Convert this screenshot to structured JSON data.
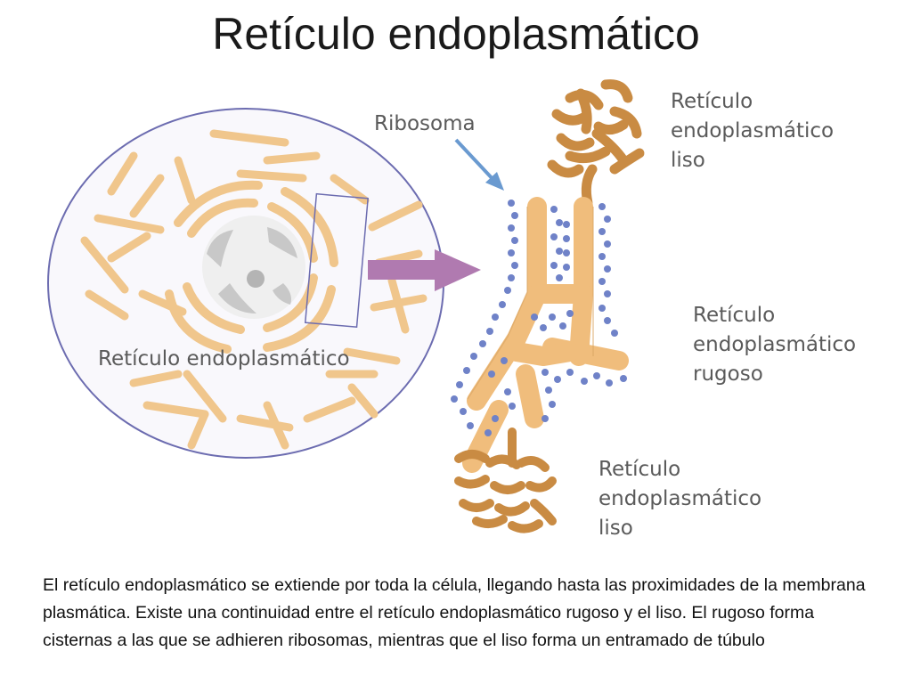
{
  "title": "Retículo endoplasmático",
  "labels": {
    "ribosoma": "Ribosoma",
    "reticulo_cell": "Retículo endoplasmático",
    "liso_top": [
      "Retículo",
      "endoplasmático",
      "liso"
    ],
    "rugoso": [
      "Retículo",
      "endoplasmático",
      "rugoso"
    ],
    "liso_bottom": [
      "Retículo",
      "endoplasmático",
      "liso"
    ]
  },
  "caption": "El retículo endoplasmático se extiende por toda la célula, llegando hasta las proximidades de la membrana plasmática. Existe una continuidad entre el retículo endoplasmático rugoso y el liso. El rugoso forma cisternas a las que se adhieren ribosomas, mientras que el liso forma un entramado de túbulo",
  "colors": {
    "membrane": "#6c6cb0",
    "er_rough": "#f0bd7c",
    "er_smooth": "#c98b43",
    "ribosome": "#6f82c8",
    "arrow_big": "#b07ab0",
    "arrow_ribosome": "#6a9ad0",
    "nucleus": "#c8c8c8"
  },
  "icons": {
    "big_arrow": "arrow-right",
    "ribosome_pointer": "arrow-down-right"
  }
}
